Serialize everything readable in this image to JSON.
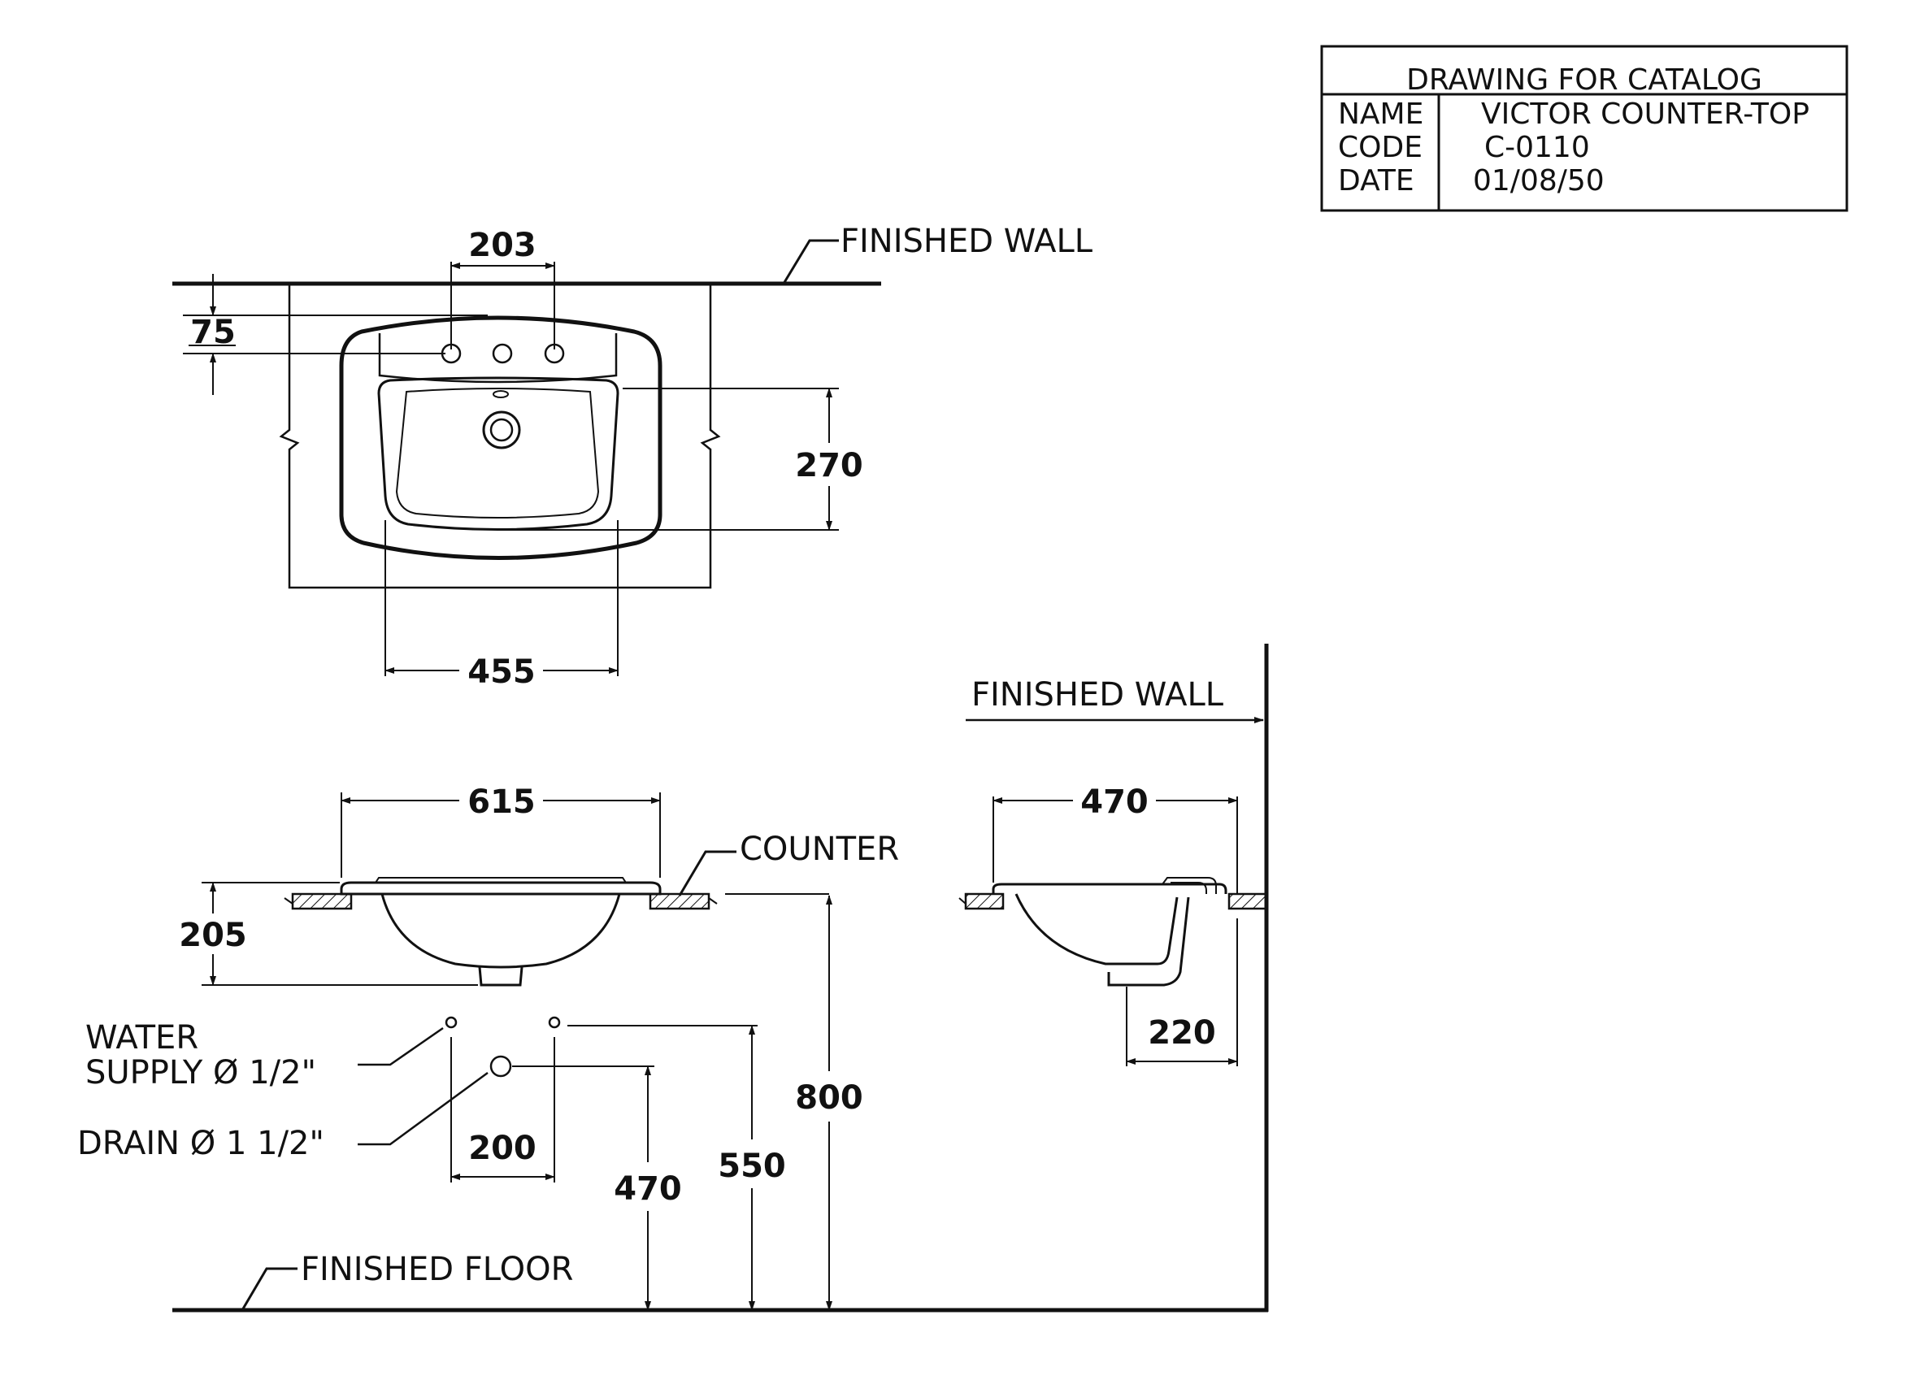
{
  "title_block": {
    "heading": "DRAWING FOR CATALOG",
    "rows": [
      {
        "key": "NAME",
        "value": "VICTOR COUNTER-TOP"
      },
      {
        "key": "CODE",
        "value": "C-0110"
      },
      {
        "key": "DATE",
        "value": "01/08/50"
      }
    ]
  },
  "labels": {
    "finished_wall_top": "FINISHED WALL",
    "finished_wall_side": "FINISHED WALL",
    "counter": "COUNTER",
    "water_supply_line1": "WATER",
    "water_supply_line2": "SUPPLY Ø 1/2\"",
    "drain": "DRAIN Ø 1 1/2\"",
    "finished_floor": "FINISHED FLOOR"
  },
  "dimensions": {
    "faucet_spacing": "203",
    "faucet_from_wall": "75",
    "bowl_depth": "270",
    "bowl_width": "455",
    "overall_width": "615",
    "overall_height": "205",
    "side_depth": "470",
    "drain_offset": "220",
    "supply_spacing": "200",
    "drain_height": "470",
    "supply_height": "550",
    "counter_height": "800"
  },
  "colors": {
    "line": "#111111",
    "background": "#ffffff"
  }
}
